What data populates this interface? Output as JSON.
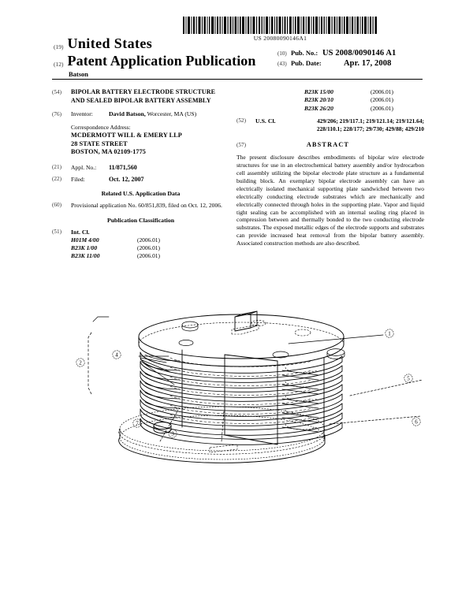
{
  "document": {
    "barcode_text": "US 20080090146A1",
    "country": "United States",
    "doc_type": "Patent Application Publication",
    "applicant_surname": "Batson",
    "inid_country": "(19)",
    "inid_doctype": "(12)"
  },
  "publication": {
    "inid_number": "(10)",
    "number_label": "Pub. No.:",
    "number_value": "US 2008/0090146 A1",
    "inid_date": "(43)",
    "date_label": "Pub. Date:",
    "date_value": "Apr. 17, 2008"
  },
  "title": {
    "inid": "(54)",
    "text": "BIPOLAR BATTERY ELECTRODE STRUCTURE AND SEALED BIPOLAR BATTERY ASSEMBLY"
  },
  "inventor": {
    "inid": "(76)",
    "label": "Inventor:",
    "name": "David Batson,",
    "location": "Worcester, MA (US)"
  },
  "correspondence": {
    "heading": "Correspondence Address:",
    "lines": [
      "MCDERMOTT WILL & EMERY LLP",
      "28 STATE STREET",
      "BOSTON, MA 02109-1775"
    ]
  },
  "application": {
    "appl_inid": "(21)",
    "appl_label": "Appl. No.:",
    "appl_value": "11/871,560",
    "filed_inid": "(22)",
    "filed_label": "Filed:",
    "filed_value": "Oct. 12, 2007"
  },
  "related": {
    "heading": "Related U.S. Application Data",
    "inid": "(60)",
    "text": "Provisional application No. 60/851,839, filed on Oct. 12, 2006."
  },
  "classification": {
    "heading": "Publication Classification",
    "intcl_inid": "(51)",
    "intcl_label": "Int. Cl.",
    "ipc_left": [
      {
        "code": "H01M 4/00",
        "version": "(2006.01)"
      },
      {
        "code": "B23K 1/00",
        "version": "(2006.01)"
      },
      {
        "code": "B23K 11/00",
        "version": "(2006.01)"
      }
    ],
    "ipc_right": [
      {
        "code": "B23K 15/00",
        "version": "(2006.01)"
      },
      {
        "code": "B23K 20/10",
        "version": "(2006.01)"
      },
      {
        "code": "B23K 26/20",
        "version": "(2006.01)"
      }
    ],
    "uscl_inid": "(52)",
    "uscl_label": "U.S. Cl.",
    "uscl_value": "429/206; 219/117.1; 219/121.14; 219/121.64; 228/110.1; 228/177; 29/730; 429/88; 429/210"
  },
  "abstract": {
    "inid": "(57)",
    "heading": "ABSTRACT",
    "text": "The present disclosure describes embodiments of bipolar wire electrode structures for use in an electrochemical battery assembly and/or hydrocarbon cell assembly utilizing the bipolar electrode plate structure as a fundamental building block. An exemplary bipolar electrode assembly can have an electrically isolated mechanical supporting plate sandwiched between two electrically conducting electrode substrates which are mechanically and electrically connected through holes in the supporting plate. Vapor and liquid tight sealing can be accomplished with an internal sealing ring placed in compression between and thermally bonded to the two conducting electrode substrates. The exposed metallic edges of the electrode supports and substrates can provide increased heat removal from the bipolar battery assembly. Associated construction methods are also described."
  },
  "drawing": {
    "caption": "",
    "reference_numerals": [
      {
        "id": "ref-top-right",
        "label": "1"
      },
      {
        "id": "ref-mid-right",
        "label": "5"
      },
      {
        "id": "ref-low-right",
        "label": "6"
      },
      {
        "id": "ref-left-bracket",
        "label": "2"
      },
      {
        "id": "ref-left-leader",
        "label": "4"
      },
      {
        "id": "ref-bottom-left",
        "label": "7"
      },
      {
        "id": "ref-bottom-mid",
        "label": "3"
      }
    ]
  }
}
